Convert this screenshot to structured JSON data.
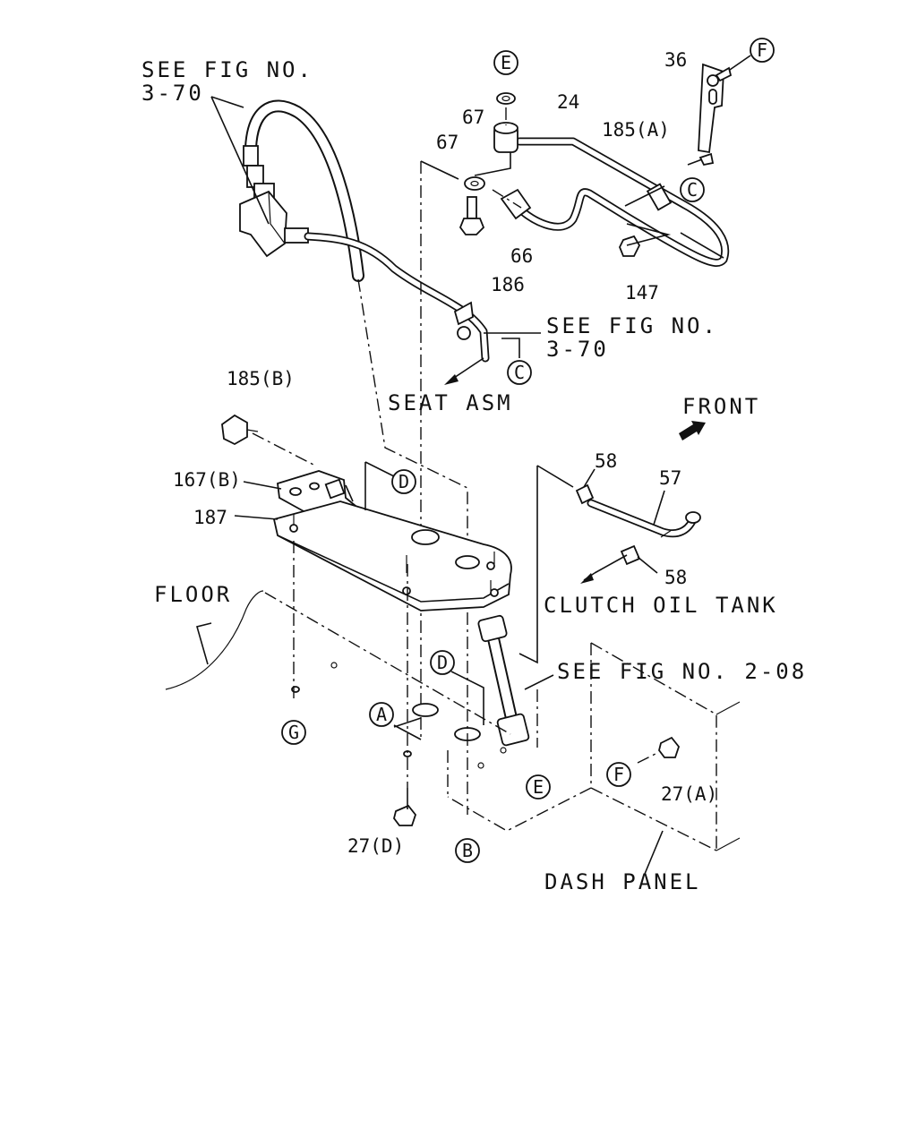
{
  "references": {
    "see_fig_top_left_line1": "SEE FIG NO.",
    "see_fig_top_left_line2": "3-70",
    "see_fig_mid_line1": "SEE FIG NO.",
    "see_fig_mid_line2": "3-70",
    "see_fig_208": "SEE FIG NO. 2-08"
  },
  "callouts": {
    "seat_asm": "SEAT ASM",
    "front": "FRONT",
    "clutch_oil_tank": "CLUTCH OIL TANK",
    "floor": "FLOOR",
    "dash_panel": "DASH PANEL"
  },
  "part_numbers": {
    "p36": "36",
    "p24": "24",
    "p185a": "185(A)",
    "p67_upper": "67",
    "p67_lower": "67",
    "p66": "66",
    "p147": "147",
    "p186": "186",
    "p185b": "185(B)",
    "p167b": "167(B)",
    "p187": "187",
    "p58_upper": "58",
    "p57": "57",
    "p58_lower": "58",
    "p27a": "27(A)",
    "p27d": "27(D)"
  },
  "connection_markers": {
    "E_top": "E",
    "F_top": "F",
    "C_right": "C",
    "C_mid": "C",
    "D_plate": "D",
    "D_lower": "D",
    "A": "A",
    "G": "G",
    "E_bottom": "E",
    "F_bottom": "F",
    "B": "B"
  }
}
